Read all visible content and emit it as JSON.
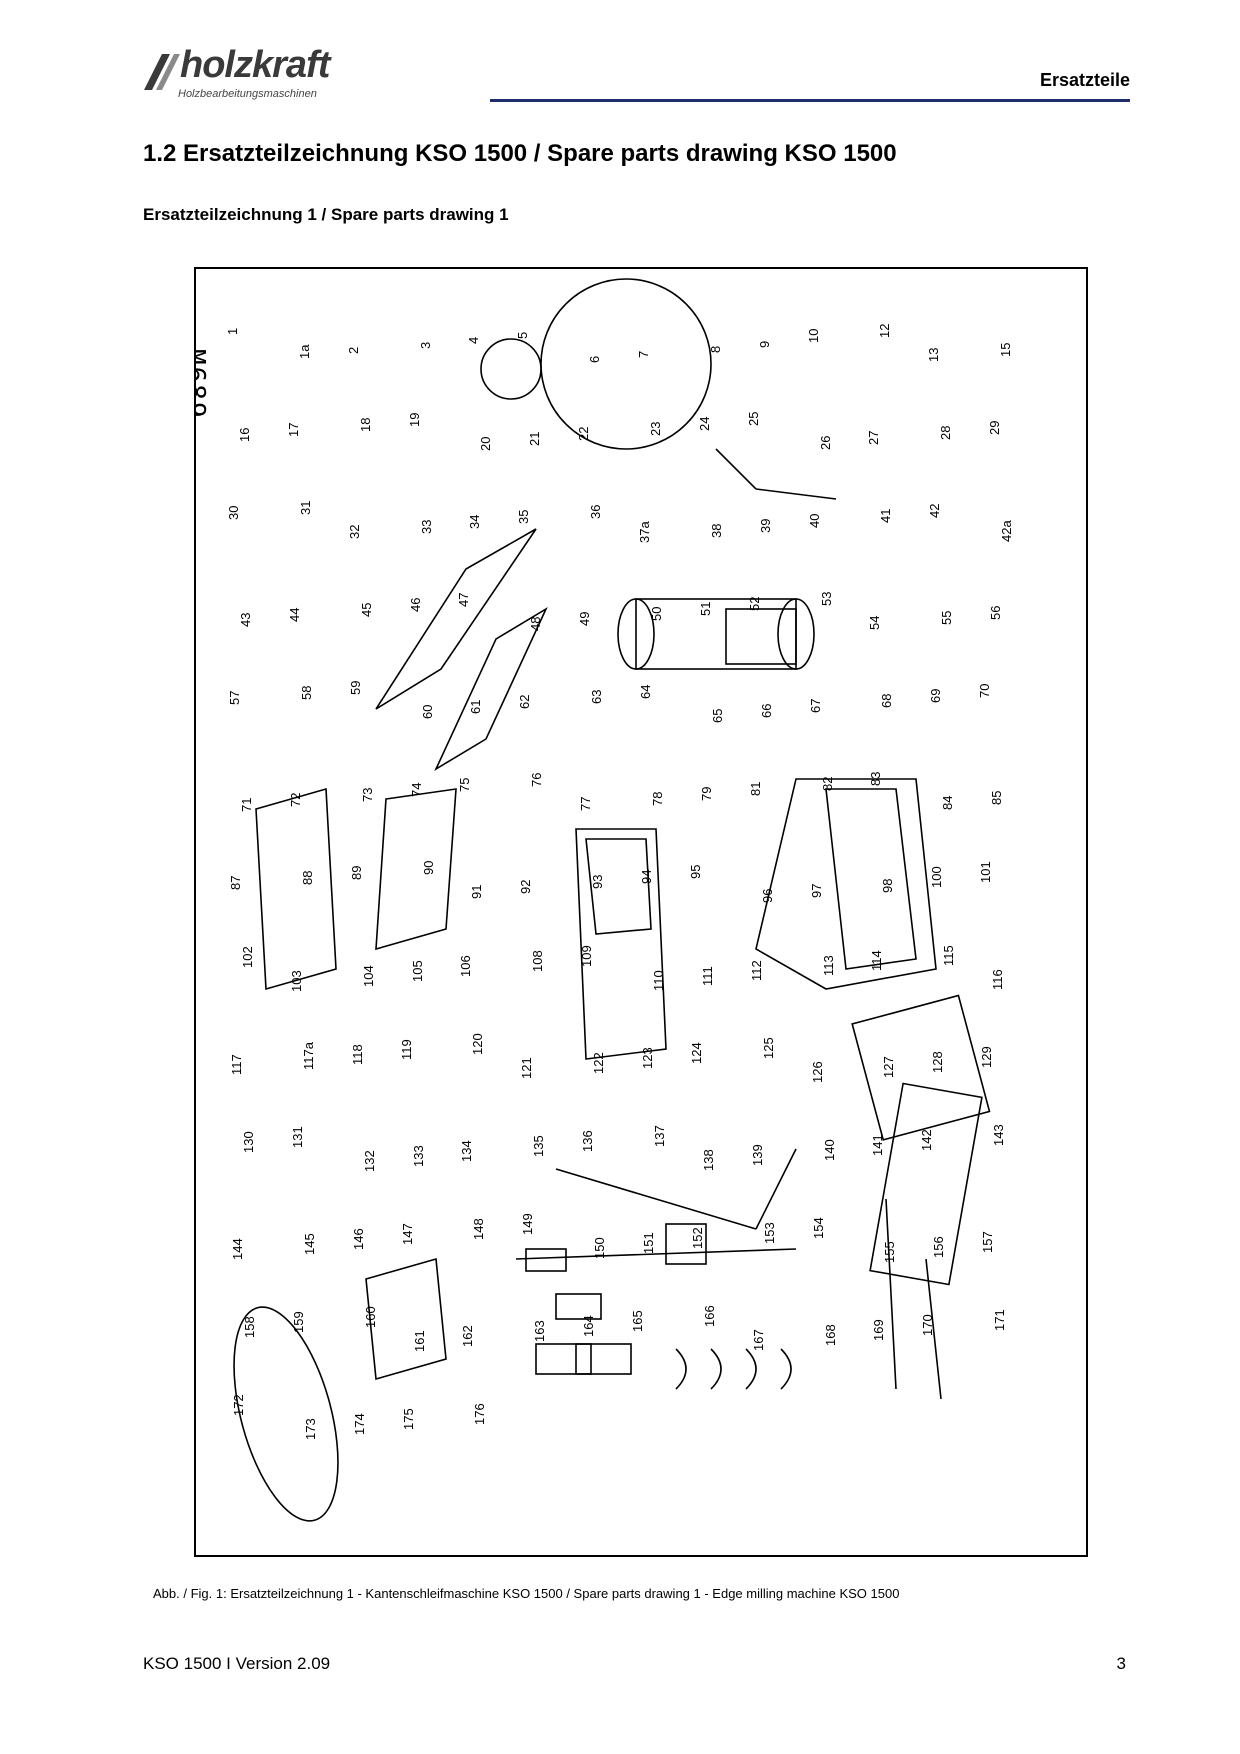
{
  "header": {
    "brand": "holzkraft",
    "brand_tagline": "Holzbearbeitungsmaschinen",
    "section": "Ersatzteile"
  },
  "heading": "1.2  Ersatzteilzeichnung KSO 1500 / Spare parts drawing KSO 1500",
  "subheading": "Ersatzteilzeichnung 1 / Spare parts drawing 1",
  "drawing": {
    "code": "M689",
    "part_numbers": [
      "1",
      "1a",
      "2",
      "3",
      "4",
      "5",
      "6",
      "7",
      "8",
      "9",
      "10",
      "12",
      "13",
      "15",
      "16",
      "17",
      "18",
      "19",
      "20",
      "21",
      "22",
      "23",
      "24",
      "25",
      "26",
      "27",
      "28",
      "29",
      "30",
      "31",
      "32",
      "33",
      "34",
      "35",
      "36",
      "37a",
      "38",
      "39",
      "40",
      "41",
      "42",
      "42a",
      "43",
      "44",
      "45",
      "46",
      "47",
      "48",
      "49",
      "50",
      "51",
      "52",
      "53",
      "54",
      "55",
      "56",
      "57",
      "58",
      "59",
      "60",
      "61",
      "62",
      "63",
      "64",
      "65",
      "66",
      "67",
      "68",
      "69",
      "70",
      "71",
      "72",
      "73",
      "74",
      "75",
      "76",
      "77",
      "78",
      "79",
      "81",
      "82",
      "83",
      "84",
      "85",
      "87",
      "88",
      "89",
      "90",
      "91",
      "92",
      "93",
      "94",
      "95",
      "96",
      "97",
      "98",
      "100",
      "101",
      "102",
      "103",
      "104",
      "105",
      "106",
      "108",
      "109",
      "110",
      "111",
      "112",
      "113",
      "114",
      "115",
      "116",
      "117",
      "117a",
      "118",
      "119",
      "120",
      "121",
      "122",
      "123",
      "124",
      "125",
      "126",
      "127",
      "128",
      "129",
      "130",
      "131",
      "132",
      "133",
      "134",
      "135",
      "136",
      "137",
      "138",
      "139",
      "140",
      "141",
      "142",
      "143",
      "144",
      "145",
      "146",
      "147",
      "148",
      "149",
      "150",
      "151",
      "152",
      "153",
      "154",
      "155",
      "156",
      "157",
      "158",
      "159",
      "160",
      "161",
      "162",
      "163",
      "164",
      "165",
      "166",
      "167",
      "168",
      "169",
      "170",
      "171",
      "172",
      "173",
      "174",
      "175",
      "176"
    ]
  },
  "caption": "Abb. / Fig. 1: Ersatzteilzeichnung 1 - Kantenschleifmaschine KSO 1500 / Spare parts drawing 1 - Edge milling machine KSO 1500",
  "footer": {
    "model_version": "KSO 1500 I Version 2.09",
    "page_number": "3"
  }
}
